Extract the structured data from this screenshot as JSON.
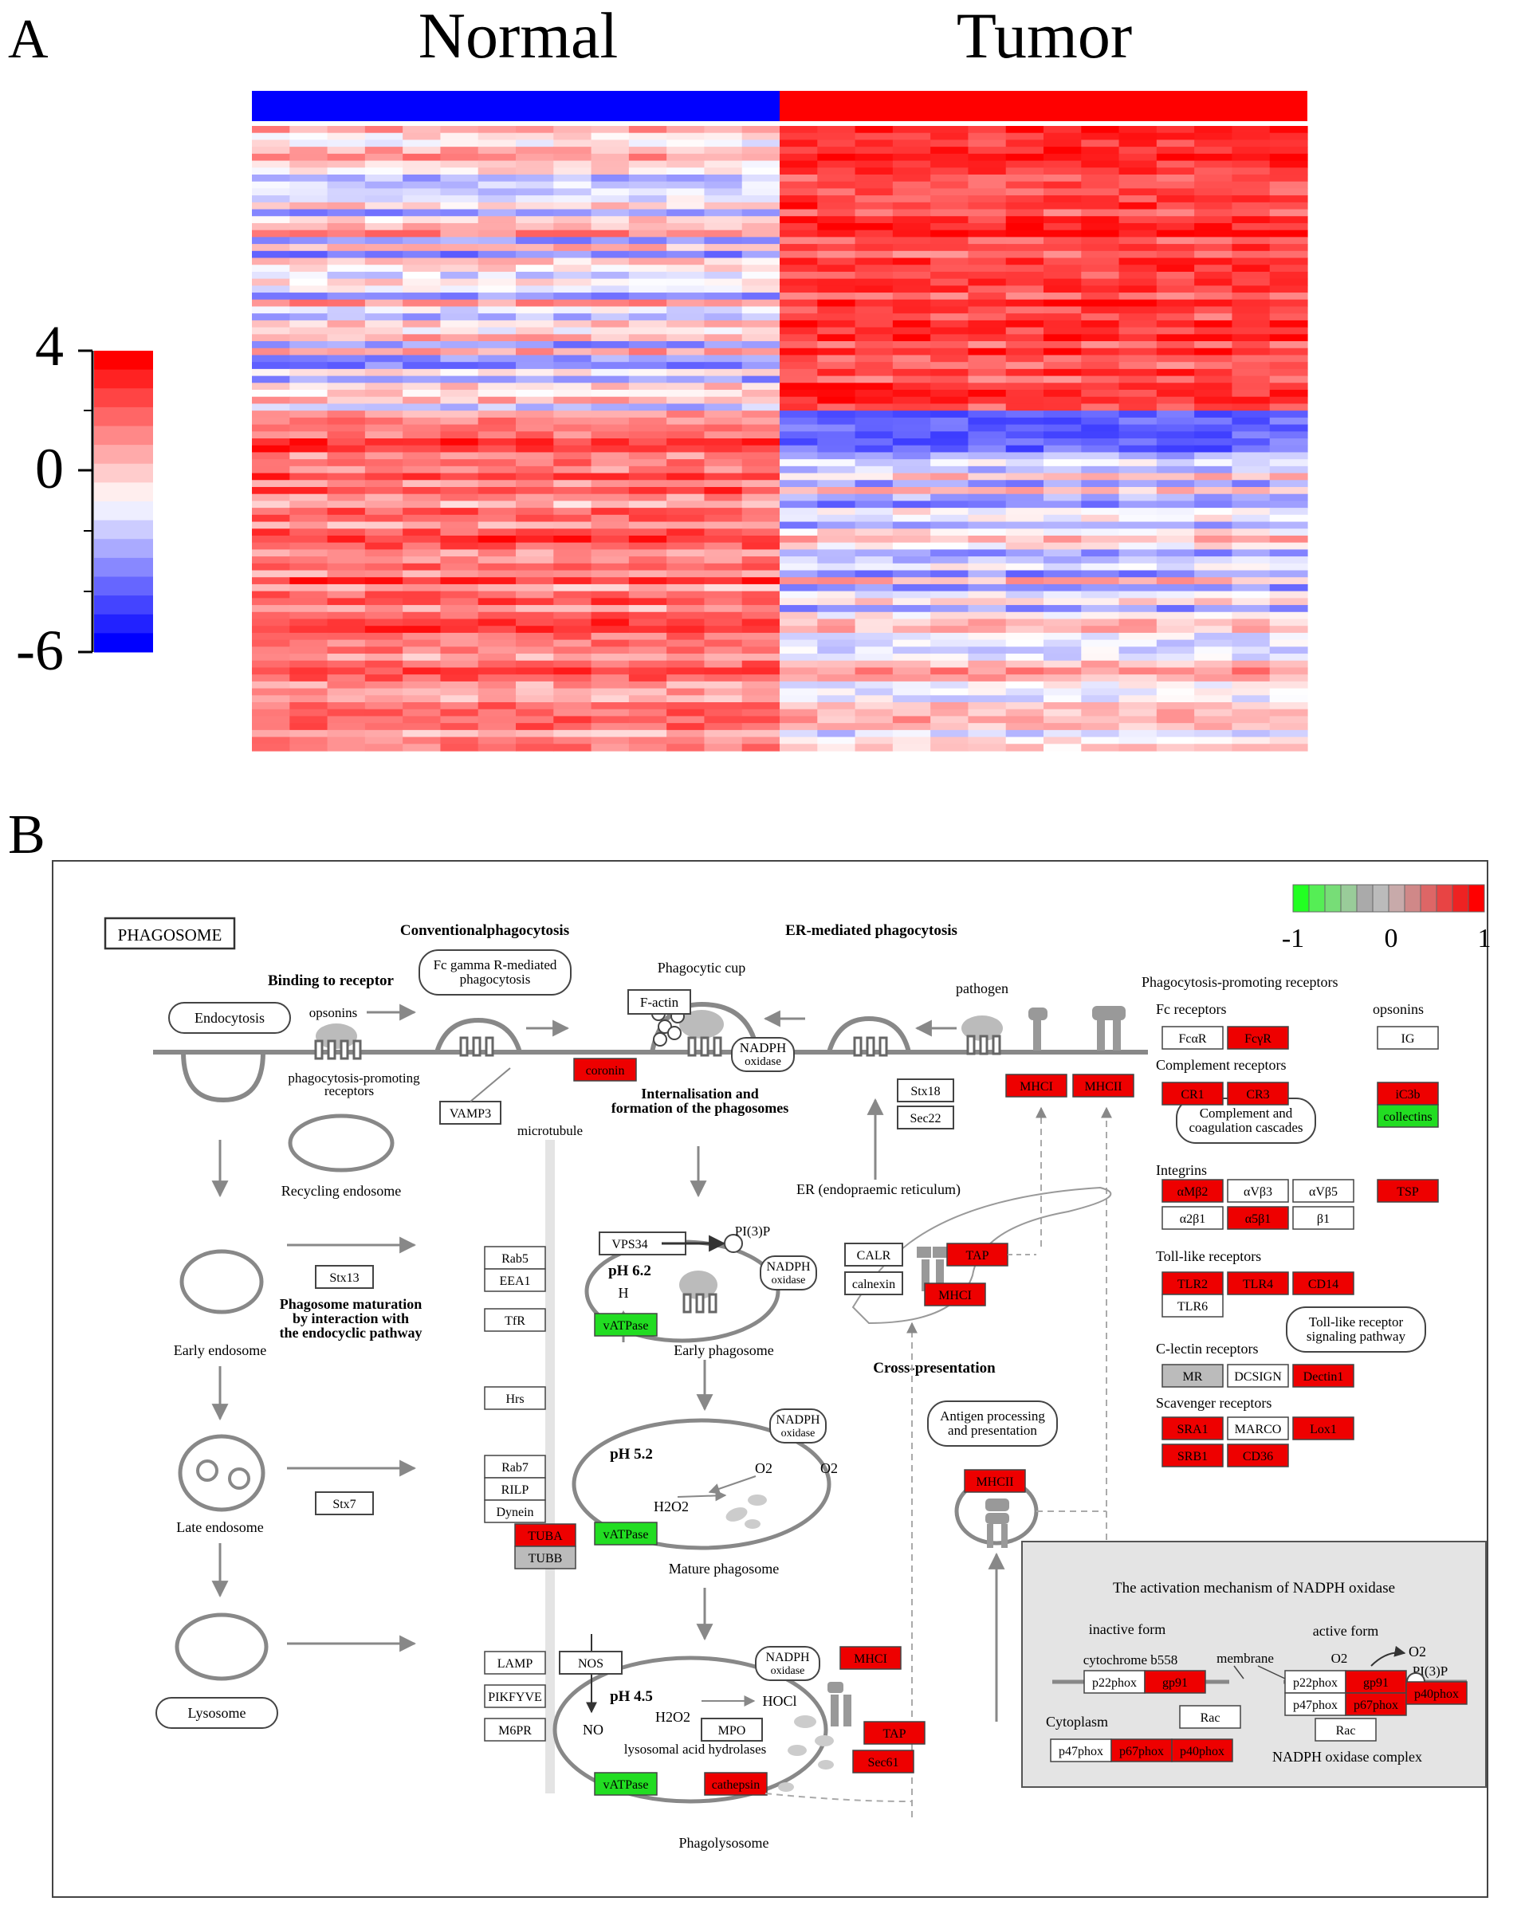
{
  "panel_a": {
    "label": "A",
    "group_normal": "Normal",
    "group_tumor": "Tumor",
    "scale_max": "4",
    "scale_mid": "0",
    "scale_min": "-6",
    "colors": {
      "high": "#ff0000",
      "low": "#0000ff",
      "mid": "#ffffff"
    }
  },
  "panel_b": {
    "label": "B",
    "title": "PHAGOSOME",
    "legend": {
      "min": "-1",
      "mid": "0",
      "max": "1"
    },
    "headers": {
      "conventional": "Conventionalphagocytosis",
      "er_mediated": "ER-mediated phagocytosis",
      "binding": "Binding to receptor",
      "internalisation_1": "Internalisation and",
      "internalisation_2": "formation of the phagosomes",
      "maturation_1": "Phagosome maturation",
      "maturation_2": "by interaction with",
      "maturation_3": "the endocyclic pathway",
      "cross": "Cross-presentation",
      "promoting": "Phagocytosis-promoting receptors"
    },
    "labels": {
      "endocytosis": "Endocytosis",
      "opsonins_1": "opsonins",
      "fc_gamma_1": "Fc gamma R-mediated",
      "fc_gamma_2": "phagocytosis",
      "cup": "Phagocytic cup",
      "pathogen": "pathogen",
      "ppr_1": "phagocytosis-promoting",
      "ppr_2": "receptors",
      "microtubule": "microtubule",
      "recycling": "Recycling endosome",
      "er": "ER (endopraemic reticulum)",
      "pi3p": "PI(3)P",
      "ph62": "pH 6.2",
      "hplus": "H",
      "early_phago": "Early phagosome",
      "early_endo": "Early endosome",
      "late_endo": "Late endosome",
      "lysosome": "Lysosome",
      "ph52": "pH 5.2",
      "o2a": "O2",
      "o2b": "O2",
      "h2o2a": "H2O2",
      "mature": "Mature phagosome",
      "antigen_1": "Antigen processing",
      "antigen_2": "and presentation",
      "ph45": "pH 4.5",
      "h2o2b": "H2O2",
      "hocl": "HOCl",
      "no": "NO",
      "hydrolases": "lysosomal acid hydrolases",
      "phagolysosome": "Phagolysosome",
      "nadph_1": "NADPH",
      "nadph_2": "oxidase",
      "complement_1": "Complement and",
      "complement_2": "coagulation cascades",
      "tlr_sig_1": "Toll-like receptor",
      "tlr_sig_2": "signaling pathway"
    },
    "categories": {
      "fc": "Fc receptors",
      "opsonins": "opsonins",
      "complement": "Complement receptors",
      "integrins": "Integrins",
      "tlr": "Toll-like receptors",
      "clectin": "C-lectin receptors",
      "scavenger": "Scavenger receptors"
    },
    "genes": {
      "F-actin": "F-actin",
      "coronin": "coronin",
      "VAMP3": "VAMP3",
      "Stx18": "Stx18",
      "Sec22": "Sec22",
      "MHCI_top": "MHCI",
      "MHCII_top": "MHCII",
      "Rab5": "Rab5",
      "EEA1": "EEA1",
      "TfR": "TfR",
      "VPS34": "VPS34",
      "Stx13": "Stx13",
      "vATPase1": "vATPase",
      "CALR": "CALR",
      "calnexin": "calnexin",
      "TAP1": "TAP",
      "MHCI_mid": "MHCI",
      "Hrs": "Hrs",
      "Rab7": "Rab7",
      "RILP": "RILP",
      "Dynein": "Dynein",
      "TUBA": "TUBA",
      "TUBB": "TUBB",
      "Stx7": "Stx7",
      "vATPase2": "vATPase",
      "MHCII_mid": "MHCII",
      "LAMP": "LAMP",
      "NOS": "NOS",
      "PIKFYVE": "PIKFYVE",
      "M6PR": "M6PR",
      "MPO": "MPO",
      "MHCI_low": "MHCI",
      "TAP2": "TAP",
      "Sec61": "Sec61",
      "vATPase3": "vATPase",
      "cathepsin": "cathepsin",
      "FcaR": "FcαR",
      "FcgR": "FcγR",
      "IG": "IG",
      "CR1": "CR1",
      "CR3": "CR3",
      "iC3b": "iC3b",
      "collectins": "collectins",
      "aMb2": "αMβ2",
      "avb3": "αVβ3",
      "avb5": "αVβ5",
      "TSP": "TSP",
      "a2b1": "α2β1",
      "a5b1": "α5β1",
      "b1": "β1",
      "TLR2": "TLR2",
      "TLR4": "TLR4",
      "CD14": "CD14",
      "TLR6": "TLR6",
      "MR": "MR",
      "DCSIGN": "DCSIGN",
      "Dectin1": "Dectin1",
      "SRA1": "SRA1",
      "MARCO": "MARCO",
      "LOX1": "Lox1",
      "SRB1": "SRB1",
      "CD36": "CD36",
      "p22phox_a": "p22phox",
      "gp91_a": "gp91",
      "Rac_a": "Rac",
      "p47phox_a": "p47phox",
      "p67phox_a": "p67phox",
      "p40phox_a": "p40phox",
      "p22phox_b": "p22phox",
      "gp91_b": "gp91",
      "p47phox_b": "p47phox",
      "p67phox_b": "p67phox",
      "p40phox_b": "p40phox",
      "Rac_b": "Rac"
    },
    "inset": {
      "title": "The activation mechanism of NADPH oxidase",
      "inactive": "inactive form",
      "active": "active form",
      "cytochrome": "cytochrome b558",
      "membrane": "membrane",
      "o2": "O2",
      "o2m": "O2",
      "pi3p": "PI(3)P",
      "cytoplasm": "Cytoplasm",
      "complex": "NADPH oxidase complex"
    },
    "colors": {
      "up": "#ee0000",
      "down": "#22dd22",
      "neutral": "#bbbbbb"
    }
  }
}
